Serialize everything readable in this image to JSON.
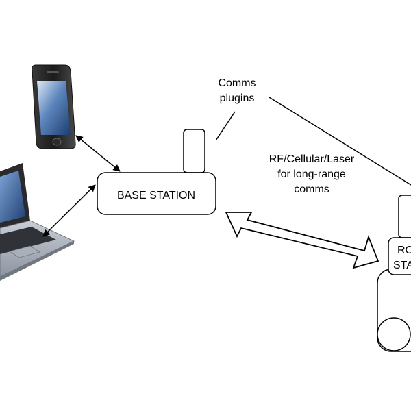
{
  "base_station": {
    "label": "BASE STATION"
  },
  "rover_station": {
    "label_line1": "RO",
    "label_line2": "STA"
  },
  "comms_plugins": {
    "line1": "Comms",
    "line2": "plugins"
  },
  "long_range": {
    "line1": "RF/Cellular/Laser",
    "line2": "for long-range",
    "line3": "comms"
  }
}
